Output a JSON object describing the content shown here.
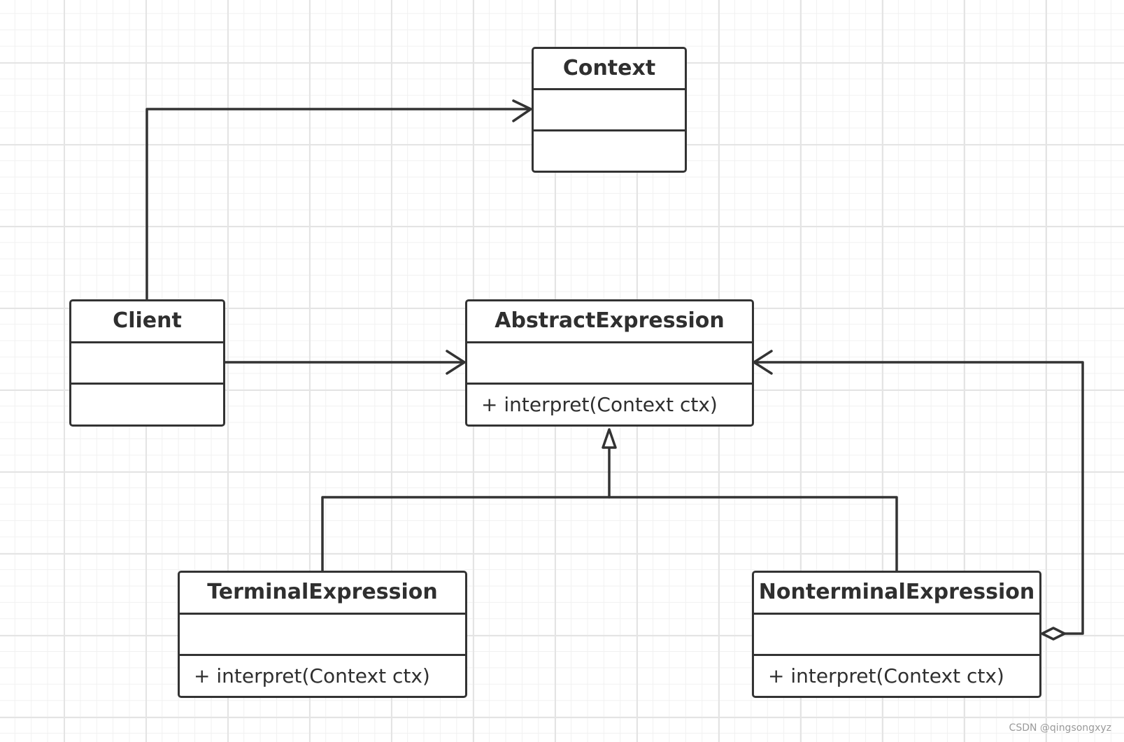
{
  "diagram": {
    "stroke_color": "#333333",
    "classes": {
      "context": {
        "name": "Context",
        "attributes": "",
        "operations": ""
      },
      "client": {
        "name": "Client",
        "attributes": "",
        "operations": ""
      },
      "abstract_expression": {
        "name": "AbstractExpression",
        "attributes": "",
        "operations": "+ interpret(Context ctx)"
      },
      "terminal_expression": {
        "name": "TerminalExpression",
        "attributes": "",
        "operations": "+ interpret(Context ctx)"
      },
      "nonterminal_expression": {
        "name": "NonterminalExpression",
        "attributes": "",
        "operations": "+ interpret(Context ctx)"
      }
    },
    "relationships": [
      {
        "type": "association",
        "from": "Client",
        "to": "Context"
      },
      {
        "type": "association",
        "from": "Client",
        "to": "AbstractExpression"
      },
      {
        "type": "generalization",
        "from": "TerminalExpression",
        "to": "AbstractExpression"
      },
      {
        "type": "generalization",
        "from": "NonterminalExpression",
        "to": "AbstractExpression"
      },
      {
        "type": "aggregation",
        "from": "NonterminalExpression",
        "to": "AbstractExpression"
      }
    ]
  },
  "watermark": "CSDN @qingsongxyz"
}
